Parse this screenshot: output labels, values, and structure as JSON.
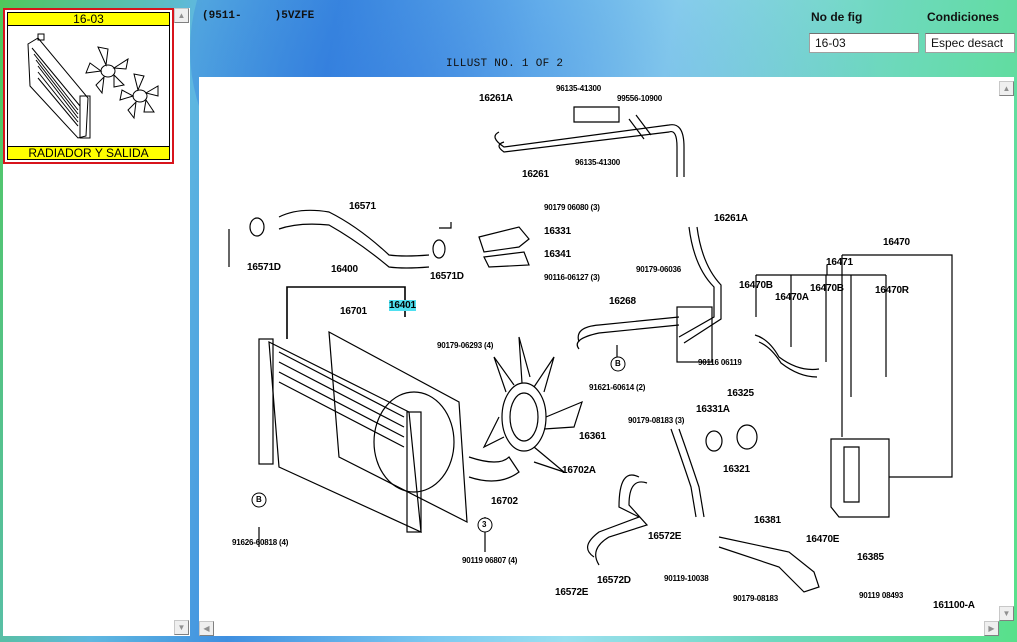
{
  "thumbnail": {
    "fig_number": "16-03",
    "caption": "RADIADOR Y SALIDA",
    "image_icon": "radiator-fan-thumbnail"
  },
  "header": {
    "model_code": "(9511-     )5VZFE",
    "illustration": "ILLUST NO. 1 OF 2",
    "fig_label": "No de fig",
    "fig_value": "16-03",
    "conditions_label": "Condiciones",
    "conditions_value": "Espec desact"
  },
  "scrollbars": {
    "up_icon": "arrow-up",
    "down_icon": "arrow-down",
    "left_icon": "arrow-left",
    "right_icon": "arrow-right"
  },
  "diagram": {
    "selected_part": "16401",
    "footer_code": "161100-A",
    "parts": [
      {
        "id": "p1",
        "label": "16261A"
      },
      {
        "id": "p2",
        "label": "96135-41300"
      },
      {
        "id": "p3",
        "label": "99556-10900"
      },
      {
        "id": "p4",
        "label": "96135-41300"
      },
      {
        "id": "p5",
        "label": "16261"
      },
      {
        "id": "p6",
        "label": "16571"
      },
      {
        "id": "p7",
        "label": "90179 06080 (3)"
      },
      {
        "id": "p8",
        "label": "16331"
      },
      {
        "id": "p9",
        "label": "16341"
      },
      {
        "id": "p10",
        "label": "90116-06127 (3)"
      },
      {
        "id": "p11",
        "label": "16571D"
      },
      {
        "id": "p12",
        "label": "16571D"
      },
      {
        "id": "p13",
        "label": "16400"
      },
      {
        "id": "p14",
        "label": "16401"
      },
      {
        "id": "p15",
        "label": "16701"
      },
      {
        "id": "p16",
        "label": "16261A"
      },
      {
        "id": "p17",
        "label": "90179-06036"
      },
      {
        "id": "p18",
        "label": "16268"
      },
      {
        "id": "p19",
        "label": "16470"
      },
      {
        "id": "p20",
        "label": "16471"
      },
      {
        "id": "p21",
        "label": "16470B"
      },
      {
        "id": "p22",
        "label": "16470A"
      },
      {
        "id": "p23",
        "label": "16470B"
      },
      {
        "id": "p24",
        "label": "16470R"
      },
      {
        "id": "p25",
        "label": "90179-06293 (4)"
      },
      {
        "id": "p26",
        "label": "90116 06119"
      },
      {
        "id": "p27",
        "label": "91621-60614 (2)"
      },
      {
        "id": "p28",
        "label": "16325"
      },
      {
        "id": "p29",
        "label": "16331A"
      },
      {
        "id": "p30",
        "label": "90179-08183 (3)"
      },
      {
        "id": "p31",
        "label": "16361"
      },
      {
        "id": "p32",
        "label": "16321"
      },
      {
        "id": "p33",
        "label": "16702A"
      },
      {
        "id": "p34",
        "label": "16702"
      },
      {
        "id": "p35",
        "label": "16381"
      },
      {
        "id": "p36",
        "label": "16572E"
      },
      {
        "id": "p37",
        "label": "16470E"
      },
      {
        "id": "p38",
        "label": "16385"
      },
      {
        "id": "p39",
        "label": "90119-10038"
      },
      {
        "id": "p40",
        "label": "16572D"
      },
      {
        "id": "p41",
        "label": "16572E"
      },
      {
        "id": "p42",
        "label": "90179-08183"
      },
      {
        "id": "p43",
        "label": "90119 08493"
      },
      {
        "id": "p44",
        "label": "91626-60818 (4)"
      },
      {
        "id": "p45",
        "label": "90119 06807 (4)"
      }
    ],
    "callouts": [
      {
        "label": "B"
      },
      {
        "label": "B"
      },
      {
        "label": "3"
      }
    ]
  }
}
